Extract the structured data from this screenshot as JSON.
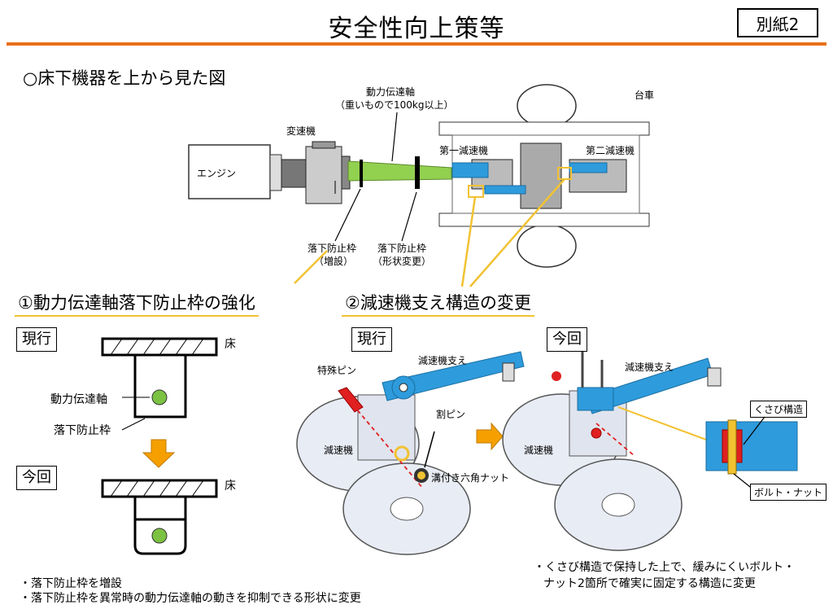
{
  "header": {
    "title": "安全性向上策等",
    "badge": "別紙2"
  },
  "section_title": "○床下機器を上から見た図",
  "top_diagram": {
    "shaft_label": "動力伝達軸",
    "shaft_note": "（重いもので100kg以上）",
    "bogie": "台車",
    "transmission": "変速機",
    "engine": "エンジン",
    "reducer1": "第一減速機",
    "reducer2": "第二減速機",
    "frame1_line1": "落下防止枠",
    "frame1_line2": "（増設）",
    "frame2_line1": "落下防止枠",
    "frame2_line2": "（形状変更）"
  },
  "measures": {
    "m1": "①動力伝達軸落下防止枠の強化",
    "m2": "②減速機支え構造の変更"
  },
  "left_panel": {
    "current": "現行",
    "new": "今回",
    "floor": "床",
    "shaft": "動力伝達軸",
    "frame": "落下防止枠"
  },
  "right_panel": {
    "current": "現行",
    "new": "今回",
    "support1": "減速機支え",
    "support2": "減速機支え",
    "special_pin": "特殊ピン",
    "split_pin": "割ピン",
    "reducer1": "減速機",
    "reducer2": "減速機",
    "nut": "溝付き六角ナット",
    "wedge": "くさび構造",
    "bolt_nut": "ボルト・ナット"
  },
  "notes": {
    "left1": "・落下防止枠を増設",
    "left2": "・落下防止枠を異常時の動力伝達軸の動きを抑制できる形状に変更",
    "right1": "・くさび構造で保持した上で、緩みにくいボルト・",
    "right2": "ナット2箇所で確実に固定する構造に変更"
  },
  "colors": {
    "accent": "#e8711a",
    "shaft": "#92d050",
    "support": "#2e9bdc",
    "arrow": "#f5a000",
    "highlight": "#f1c232",
    "red": "#e02020"
  }
}
